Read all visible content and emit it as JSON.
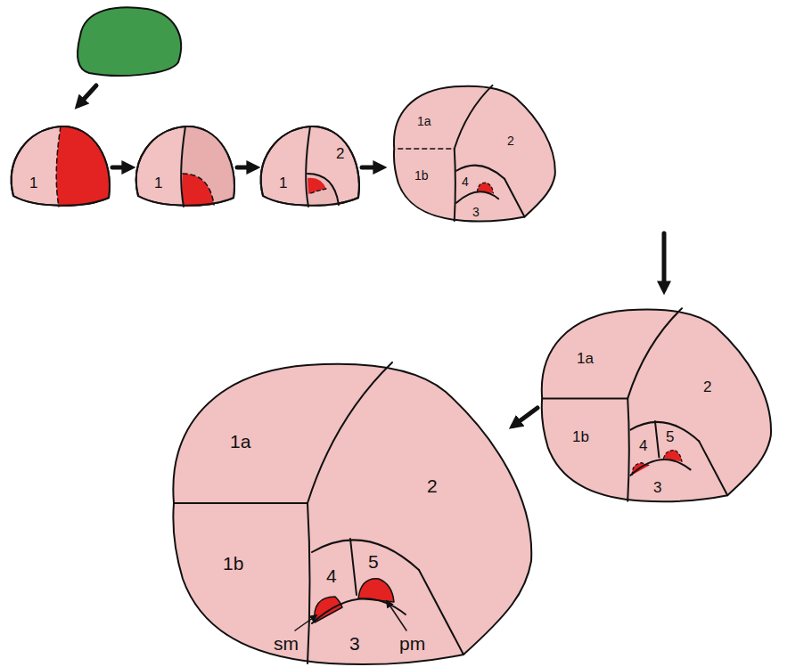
{
  "diagram": {
    "labels": [
      "1",
      "1",
      "1",
      "2",
      "1a",
      "2",
      "1b",
      "4",
      "3",
      "1a",
      "2",
      "1b",
      "4",
      "5",
      "3",
      "1a",
      "2",
      "1b",
      "4",
      "5",
      "sm",
      "pm",
      "3"
    ]
  }
}
